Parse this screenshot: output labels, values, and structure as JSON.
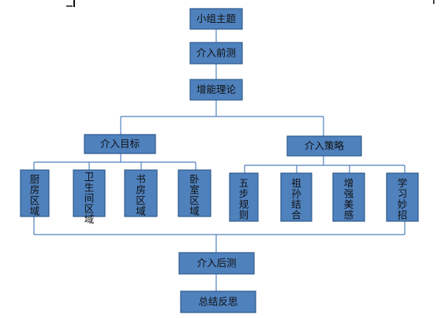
{
  "nodes": {
    "topic": "小组主题",
    "pre_test": "介入前测",
    "empowerment": "增能理论",
    "goal": "介入目标",
    "strategy": "介入策略",
    "post_test": "介入后测",
    "reflection": "总结反思"
  },
  "goals": [
    "厨房区域",
    "卫生间区域",
    "书房区域",
    "卧室区域"
  ],
  "strategies": [
    "五步规则",
    "祖孙结合",
    "增强美感",
    "学习妙招"
  ],
  "colors": {
    "box_fill": "#4f81bd",
    "box_stroke": "#2e5a8c",
    "line": "#4f81bd"
  }
}
